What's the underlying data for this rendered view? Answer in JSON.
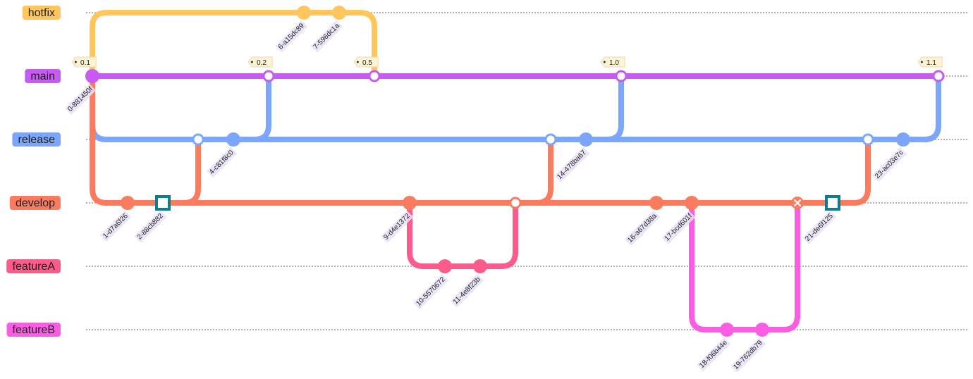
{
  "branches": [
    {
      "key": "hotfix",
      "label": "hotfix",
      "color": "#ffc65d"
    },
    {
      "key": "main",
      "label": "main",
      "color": "#c75bf2"
    },
    {
      "key": "release",
      "label": "release",
      "color": "#7ba6fb"
    },
    {
      "key": "develop",
      "label": "develop",
      "color": "#fb7b5f"
    },
    {
      "key": "featureA",
      "label": "featureA",
      "color": "#fb5c8c"
    },
    {
      "key": "featureB",
      "label": "featureB",
      "color": "#fb5ce4"
    }
  ],
  "tags": [
    {
      "label": "0.1",
      "commit": "0-881450f"
    },
    {
      "label": "0.2",
      "commit": "merge-release-main-1"
    },
    {
      "label": "0.5",
      "commit": "merge-hotfix-main"
    },
    {
      "label": "1.0",
      "commit": "merge-release-main-2"
    },
    {
      "label": "1.1",
      "commit": "merge-release-main-3"
    }
  ],
  "commits": [
    {
      "id": "0-881450f",
      "label": "0-881450f",
      "branch": "main",
      "seq": 0,
      "style": "normal"
    },
    {
      "id": "1-d7a6f26",
      "label": "1-d7a6f26",
      "branch": "develop",
      "seq": 1,
      "style": "normal"
    },
    {
      "id": "2-88cb882",
      "label": "2-88cb882",
      "branch": "develop",
      "seq": 2,
      "style": "highlight"
    },
    {
      "id": "merge-develop-release-1",
      "label": "",
      "branch": "release",
      "seq": 3,
      "style": "merge"
    },
    {
      "id": "4-c81f8c0",
      "label": "4-c81f8c0",
      "branch": "release",
      "seq": 4,
      "style": "normal"
    },
    {
      "id": "merge-release-main-1",
      "label": "",
      "branch": "main",
      "seq": 5,
      "style": "merge"
    },
    {
      "id": "6-a15dc89",
      "label": "6-a15dc89",
      "branch": "hotfix",
      "seq": 6,
      "style": "normal"
    },
    {
      "id": "7-596dc1a",
      "label": "7-596dc1a",
      "branch": "hotfix",
      "seq": 7,
      "style": "normal"
    },
    {
      "id": "merge-hotfix-main",
      "label": "",
      "branch": "main",
      "seq": 8,
      "style": "merge"
    },
    {
      "id": "9-d4e1372",
      "label": "9-d4e1372",
      "branch": "develop",
      "seq": 9,
      "style": "normal"
    },
    {
      "id": "10-5570672",
      "label": "10-5570672",
      "branch": "featureA",
      "seq": 10,
      "style": "normal"
    },
    {
      "id": "11-4e8f23b",
      "label": "11-4e8f23b",
      "branch": "featureA",
      "seq": 11,
      "style": "normal"
    },
    {
      "id": "merge-featureA-develop",
      "label": "",
      "branch": "develop",
      "seq": 12,
      "style": "merge"
    },
    {
      "id": "merge-develop-release-2",
      "label": "",
      "branch": "release",
      "seq": 13,
      "style": "merge"
    },
    {
      "id": "14-478ba67",
      "label": "14-478ba67",
      "branch": "release",
      "seq": 14,
      "style": "normal"
    },
    {
      "id": "merge-release-main-2",
      "label": "",
      "branch": "main",
      "seq": 15,
      "style": "merge"
    },
    {
      "id": "16-a67d38a",
      "label": "16-a67d38a",
      "branch": "develop",
      "seq": 16,
      "style": "normal"
    },
    {
      "id": "17-bcd601f",
      "label": "17-bcd601f",
      "branch": "develop",
      "seq": 17,
      "style": "normal"
    },
    {
      "id": "18-f06b44e",
      "label": "18-f06b44e",
      "branch": "featureB",
      "seq": 18,
      "style": "normal"
    },
    {
      "id": "19-762db79",
      "label": "19-762db79",
      "branch": "featureB",
      "seq": 19,
      "style": "normal"
    },
    {
      "id": "merge-featureB-develop",
      "label": "",
      "branch": "develop",
      "seq": 20,
      "style": "reverse"
    },
    {
      "id": "21-de6f125",
      "label": "21-de6f125",
      "branch": "develop",
      "seq": 21,
      "style": "highlight"
    },
    {
      "id": "merge-develop-release-3",
      "label": "",
      "branch": "release",
      "seq": 22,
      "style": "merge"
    },
    {
      "id": "23-ac03e7c",
      "label": "23-ac03e7c",
      "branch": "release",
      "seq": 23,
      "style": "normal"
    },
    {
      "id": "merge-release-main-3",
      "label": "",
      "branch": "main",
      "seq": 24,
      "style": "merge"
    }
  ],
  "connections": [
    {
      "from": "0-881450f",
      "to": "6-a15dc89",
      "kind": "branch-up"
    },
    {
      "from": "0-881450f",
      "to": "merge-develop-release-1",
      "kind": "branch-down"
    },
    {
      "from": "0-881450f",
      "to": "1-d7a6f26",
      "kind": "branch-down"
    },
    {
      "from": "2-88cb882",
      "to": "merge-develop-release-1",
      "kind": "merge-up"
    },
    {
      "from": "4-c81f8c0",
      "to": "merge-release-main-1",
      "kind": "merge-up"
    },
    {
      "from": "7-596dc1a",
      "to": "merge-hotfix-main",
      "kind": "merge-down"
    },
    {
      "from": "9-d4e1372",
      "to": "10-5570672",
      "kind": "branch-down"
    },
    {
      "from": "11-4e8f23b",
      "to": "merge-featureA-develop",
      "kind": "merge-up"
    },
    {
      "from": "merge-featureA-develop",
      "to": "merge-develop-release-2",
      "kind": "merge-up"
    },
    {
      "from": "14-478ba67",
      "to": "merge-release-main-2",
      "kind": "merge-up"
    },
    {
      "from": "17-bcd601f",
      "to": "18-f06b44e",
      "kind": "branch-down"
    },
    {
      "from": "19-762db79",
      "to": "merge-featureB-develop",
      "kind": "merge-up"
    },
    {
      "from": "21-de6f125",
      "to": "merge-develop-release-3",
      "kind": "merge-up"
    },
    {
      "from": "23-ac03e7c",
      "to": "merge-release-main-3",
      "kind": "merge-up"
    }
  ]
}
